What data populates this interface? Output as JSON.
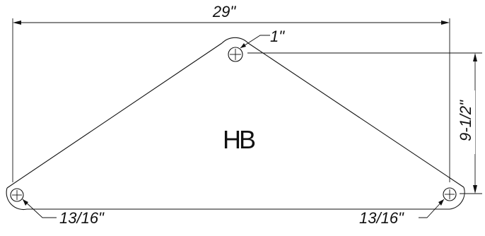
{
  "diagram": {
    "center_label": "HB",
    "dimensions": {
      "overall_width": "29\"",
      "top_hole_diameter": "1\"",
      "height": "9-1/2\"",
      "left_hole_diameter": "13/16\"",
      "right_hole_diameter": "13/16\""
    }
  }
}
